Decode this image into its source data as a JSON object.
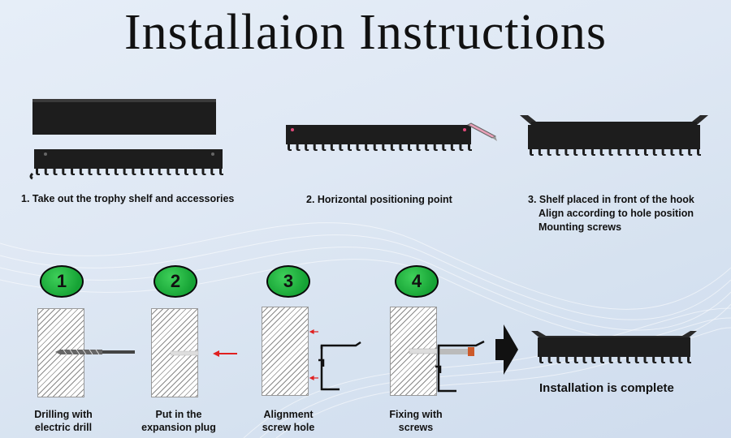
{
  "title": "Installaion Instructions",
  "steps_top": [
    {
      "lines": [
        "1. Take out the trophy shelf and accessories"
      ]
    },
    {
      "lines": [
        "2. Horizontal positioning point"
      ]
    },
    {
      "lines": [
        "3. Shelf placed in front of the hook",
        "Align according to hole position",
        "Mounting screws"
      ]
    }
  ],
  "badges": [
    "1",
    "2",
    "3",
    "4"
  ],
  "bottom_steps": [
    {
      "lines": [
        "Drilling with",
        "electric drill"
      ]
    },
    {
      "lines": [
        "Put in the",
        "expansion plug"
      ]
    },
    {
      "lines": [
        "Alignment",
        "screw hole"
      ]
    },
    {
      "lines": [
        "Fixing with",
        "screws"
      ]
    }
  ],
  "complete_text": "Installation is complete",
  "colors": {
    "badge_green": "#22b13f",
    "arrow_red": "#e02020",
    "shelf_black": "#1a1a1a"
  }
}
